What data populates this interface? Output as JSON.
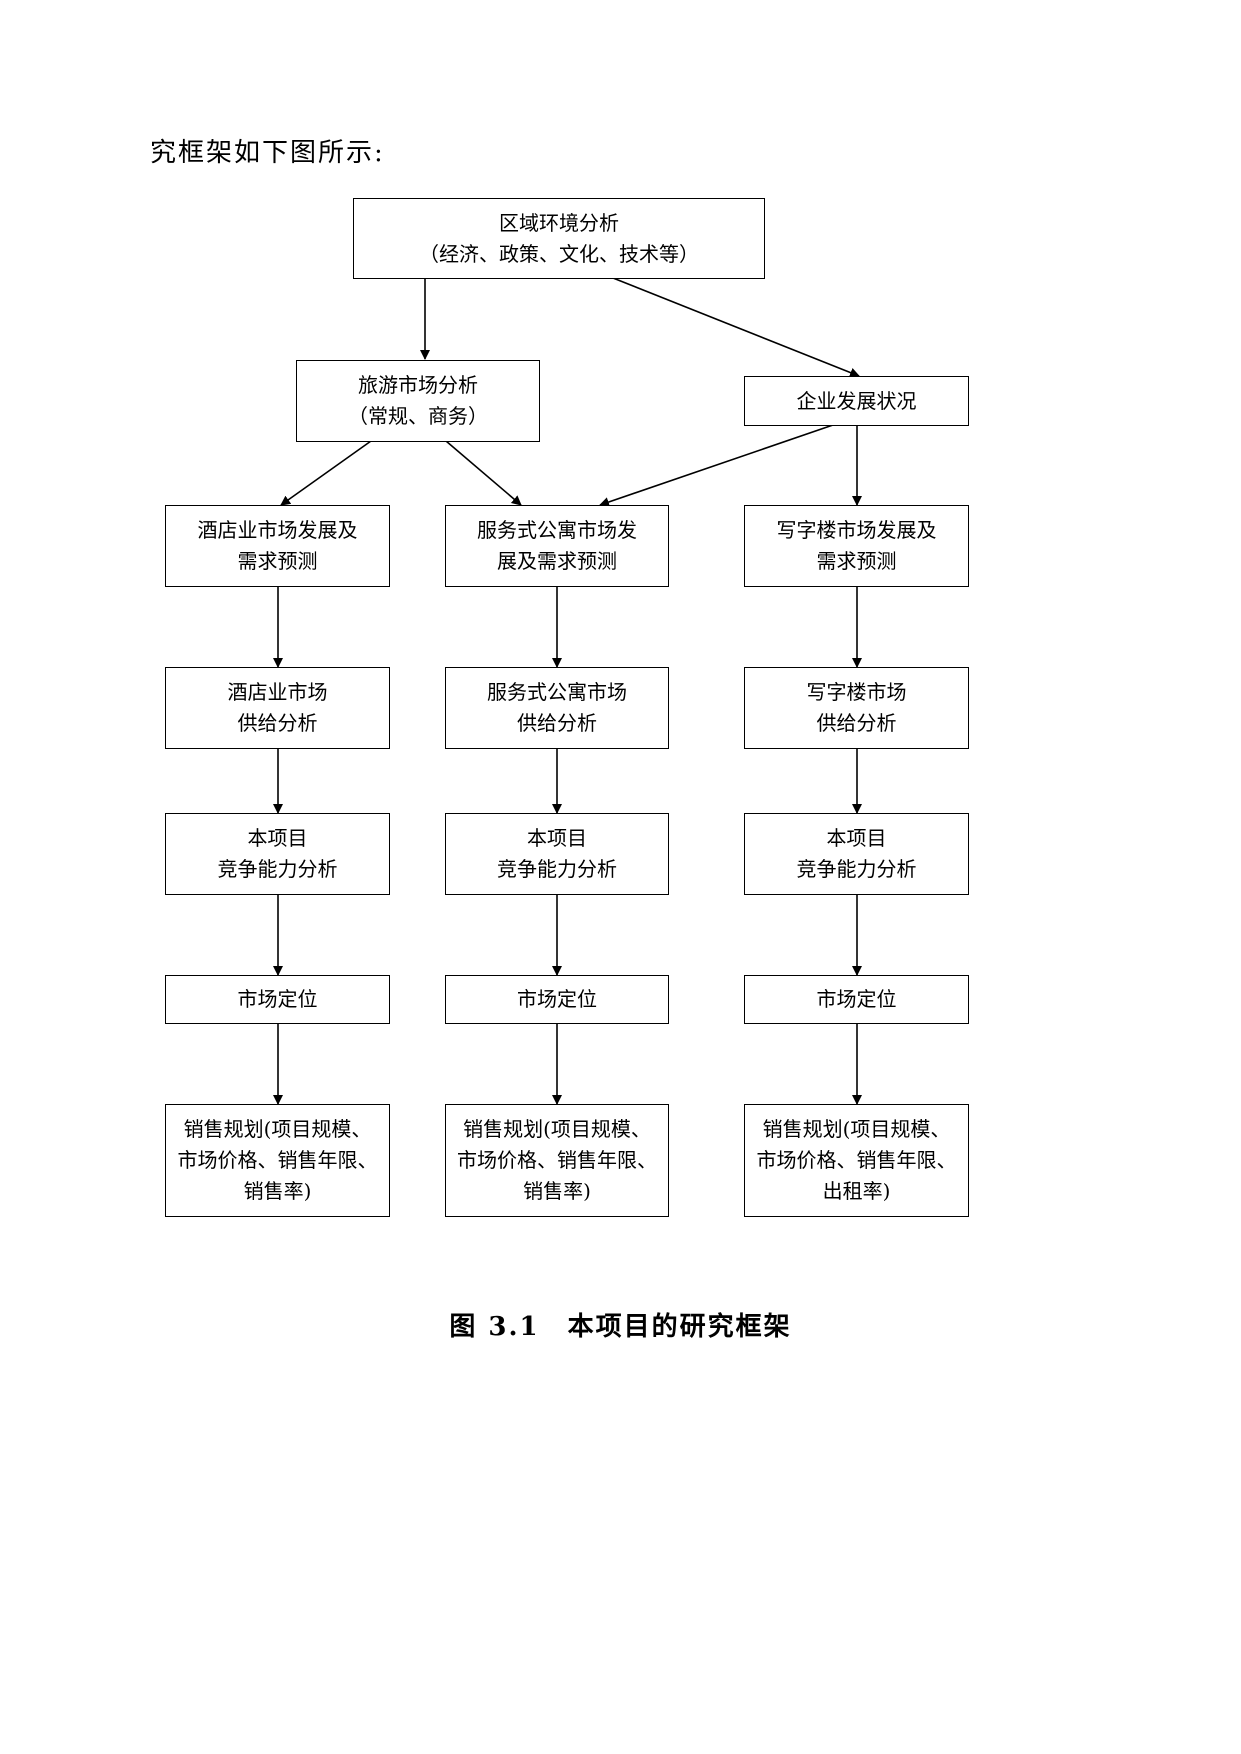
{
  "intro_text": "究框架如下图所示:",
  "nodes": {
    "region": {
      "line1": "区域环境分析",
      "line2": "（经济、政策、文化、技术等）"
    },
    "tourism": {
      "line1": "旅游市场分析",
      "line2": "（常规、商务）"
    },
    "enterprise": {
      "line1": "企业发展状况"
    },
    "hotel_dev": {
      "line1": "酒店业市场发展及",
      "line2": "需求预测"
    },
    "apt_dev": {
      "line1": "服务式公寓市场发",
      "line2": "展及需求预测"
    },
    "office_dev": {
      "line1": "写字楼市场发展及",
      "line2": "需求预测"
    },
    "hotel_supply": {
      "line1": "酒店业市场",
      "line2": "供给分析"
    },
    "apt_supply": {
      "line1": "服务式公寓市场",
      "line2": "供给分析"
    },
    "office_supply": {
      "line1": "写字楼市场",
      "line2": "供给分析"
    },
    "hotel_comp": {
      "line1": "本项目",
      "line2": "竞争能力分析"
    },
    "apt_comp": {
      "line1": "本项目",
      "line2": "竞争能力分析"
    },
    "office_comp": {
      "line1": "本项目",
      "line2": "竞争能力分析"
    },
    "hotel_pos": {
      "line1": "市场定位"
    },
    "apt_pos": {
      "line1": "市场定位"
    },
    "office_pos": {
      "line1": "市场定位"
    },
    "hotel_sales": {
      "line1": "销售规划(项目规模、",
      "line2": "市场价格、销售年限、",
      "line3": "销售率)"
    },
    "apt_sales": {
      "line1": "销售规划(项目规模、",
      "line2": "市场价格、销售年限、",
      "line3": "销售率)"
    },
    "office_sales": {
      "line1": "销售规划(项目规模、",
      "line2": "市场价格、销售年限、",
      "line3": "出租率)"
    }
  },
  "caption": "图 3.1　本项目的研究框架"
}
